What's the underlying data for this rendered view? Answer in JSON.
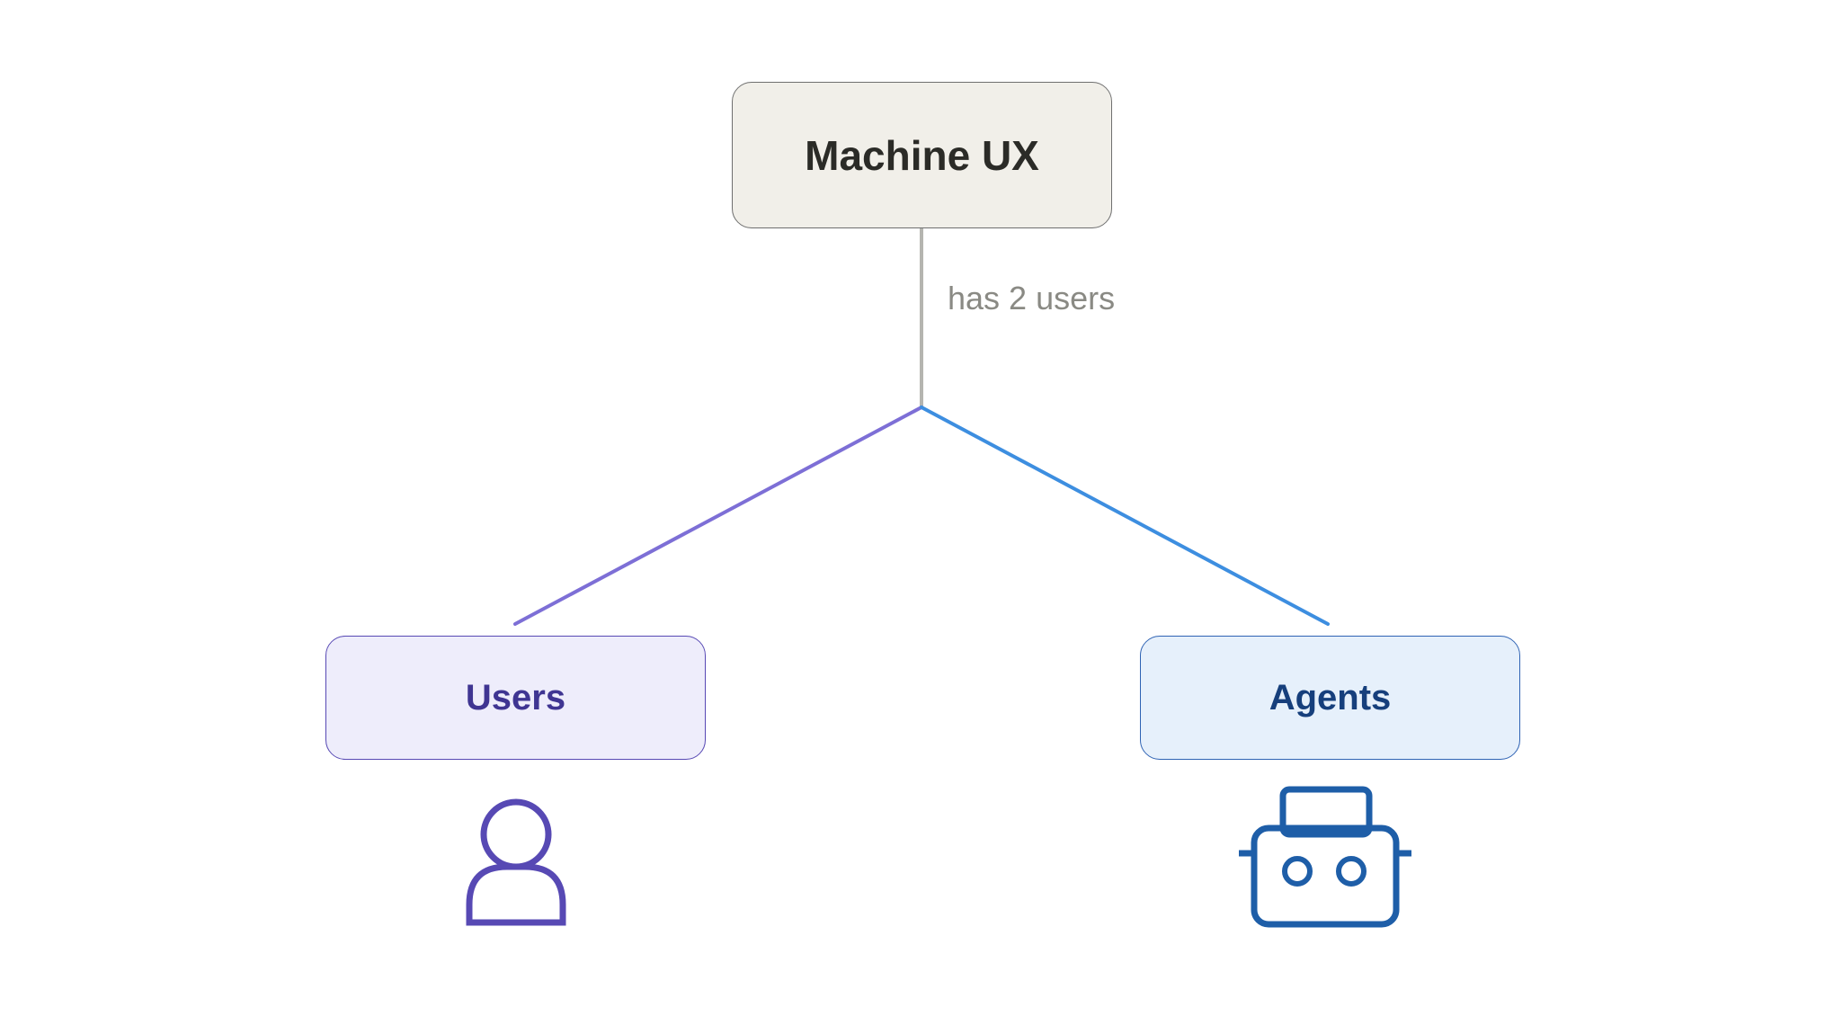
{
  "diagram": {
    "root": {
      "label": "Machine UX"
    },
    "edge": {
      "label": "has 2 users"
    },
    "children": [
      {
        "label": "Users",
        "icon": "person-icon",
        "color": "#5749b4"
      },
      {
        "label": "Agents",
        "icon": "robot-icon",
        "color": "#1e5ea8"
      }
    ]
  },
  "colors": {
    "root_fill": "#f1efe9",
    "stem": "#b5b5b0",
    "users_branch": "#7d6fd6",
    "agents_branch": "#3d8ee0"
  }
}
